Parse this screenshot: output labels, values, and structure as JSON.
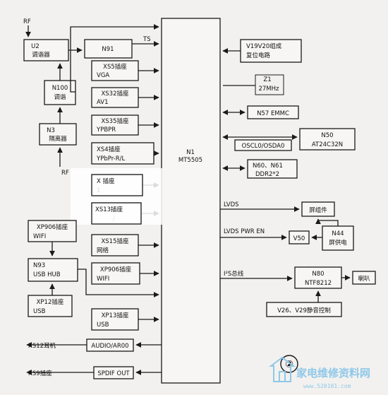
{
  "rf_top": "RF",
  "rf_bottom": "RF",
  "u2": [
    "U2",
    "调谐器"
  ],
  "n91": "N91",
  "ts": "TS",
  "n100": [
    "N100",
    "调谐"
  ],
  "n3": [
    "N3",
    "隔离器"
  ],
  "xs5": [
    "XS5插座",
    "VGA"
  ],
  "xs32": [
    "XS32插座",
    "AV1"
  ],
  "xs35": [
    "XS35插座",
    "YPBPR"
  ],
  "xs4": [
    "XS4插座",
    "YPbPr-R/L"
  ],
  "xs_hidden1": [
    "X  插座",
    "  1"
  ],
  "xs13": [
    "XS13插座",
    "/"
  ],
  "xs15": [
    "XS15插座",
    "网络"
  ],
  "xp906_right": [
    "XP906插座",
    "WIFI"
  ],
  "xs13_usb": [
    "XP13插座",
    "USB"
  ],
  "xp906_left": [
    "XP906插座",
    "WIFI"
  ],
  "n93": [
    "N93",
    "USB HUB"
  ],
  "xp12": [
    "XP12插座",
    "USB"
  ],
  "n1": [
    "N1",
    "MT5505"
  ],
  "v19": [
    "V19V20组成",
    "复位电路"
  ],
  "z1": [
    "Z1",
    "27MHz"
  ],
  "n57": "N57 EMMC",
  "n50": [
    "N50",
    "AT24C32N"
  ],
  "osc": "OSCL0/OSDA0",
  "n60": [
    "N60、N61",
    "DDR2*2"
  ],
  "lvds": "LVDS",
  "lvds_pwr": "LVDS PWR EN",
  "screen": "屏组件",
  "v50": "V50",
  "n44": [
    "N44",
    "屏供电"
  ],
  "i2s": "I²S总线",
  "n80": [
    "N80",
    "NTF8212"
  ],
  "speaker": "喇叭",
  "mute": "V26、V29静音控制",
  "audio": "AUDIO/AR00",
  "xs12": "XS12耳机",
  "spdif": "SPDIF OUT",
  "xs9": "XS9插座",
  "fig_num": "②",
  "watermark": "家电维修资料网",
  "watermark_url": "www.520101.com"
}
